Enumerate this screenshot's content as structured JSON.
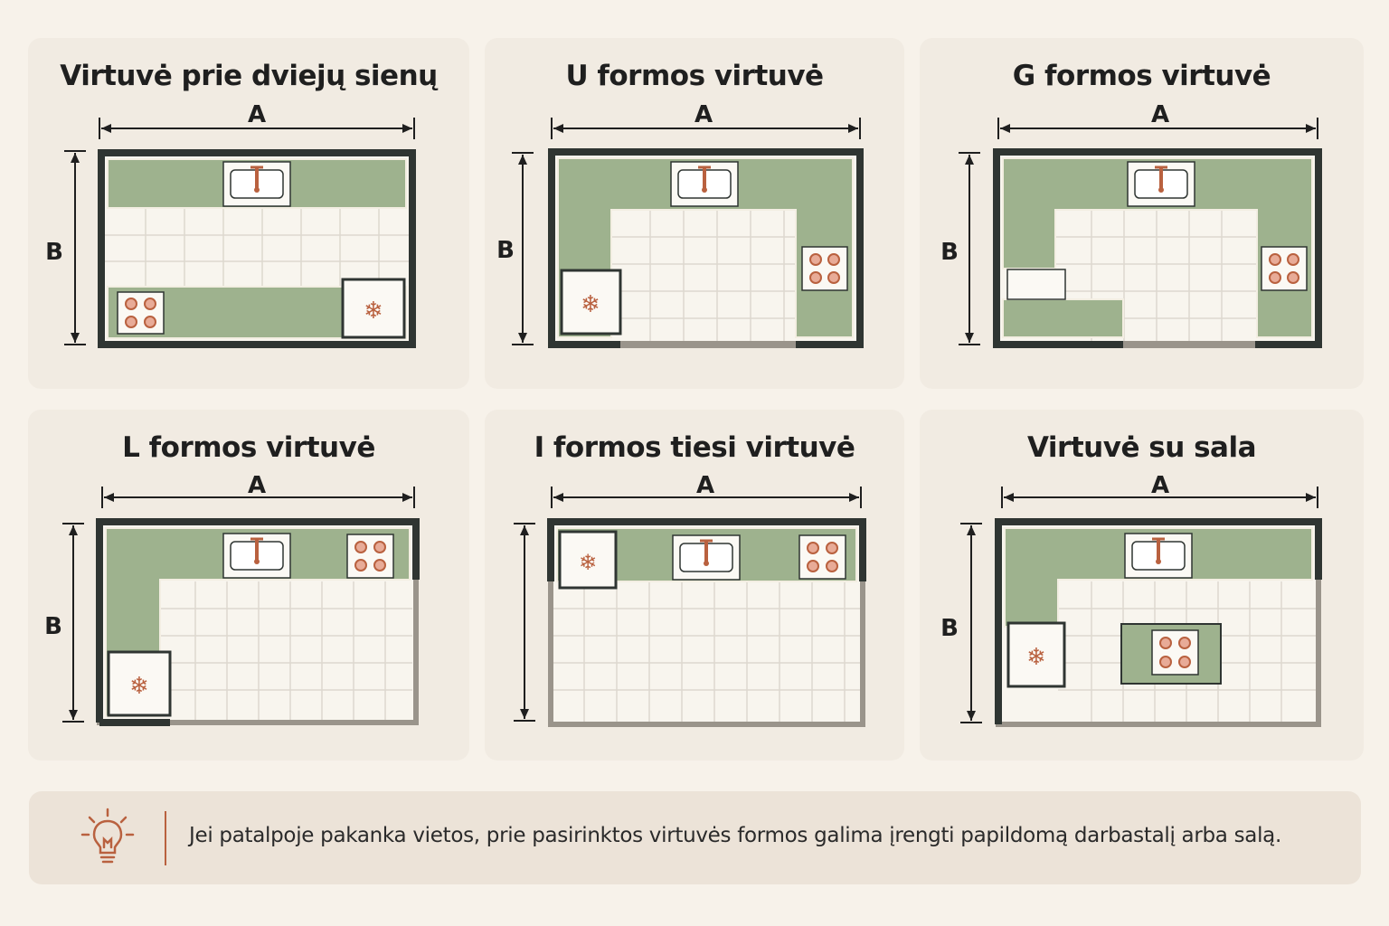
{
  "colors": {
    "counter": "#9eb28e",
    "wall": "#2f3532",
    "tile": "#f8f5ee",
    "grid": "#ddd8cf",
    "accent": "#b9613f",
    "card": "#f1ebe2"
  },
  "icons": {
    "sink": "sink-icon",
    "stove": "stove-icon",
    "fridge": "snowflake-icon",
    "tip": "lightbulb-icon"
  },
  "dimension_labels": {
    "width": "A",
    "depth": "B"
  },
  "layouts": [
    {
      "id": "two-walls",
      "title": "Virtuvė prie dviejų sienų"
    },
    {
      "id": "u-shape",
      "title": "U formos virtuvė"
    },
    {
      "id": "g-shape",
      "title": "G formos virtuvė"
    },
    {
      "id": "l-shape",
      "title": "L formos virtuvė"
    },
    {
      "id": "i-shape",
      "title": "I formos tiesi virtuvė"
    },
    {
      "id": "island",
      "title": "Virtuvė su sala"
    }
  ],
  "tip": {
    "text": "Jei patalpoje pakanka vietos, prie pasirinktos virtuvės formos galima įrengti papildomą darbastalį arba salą."
  }
}
